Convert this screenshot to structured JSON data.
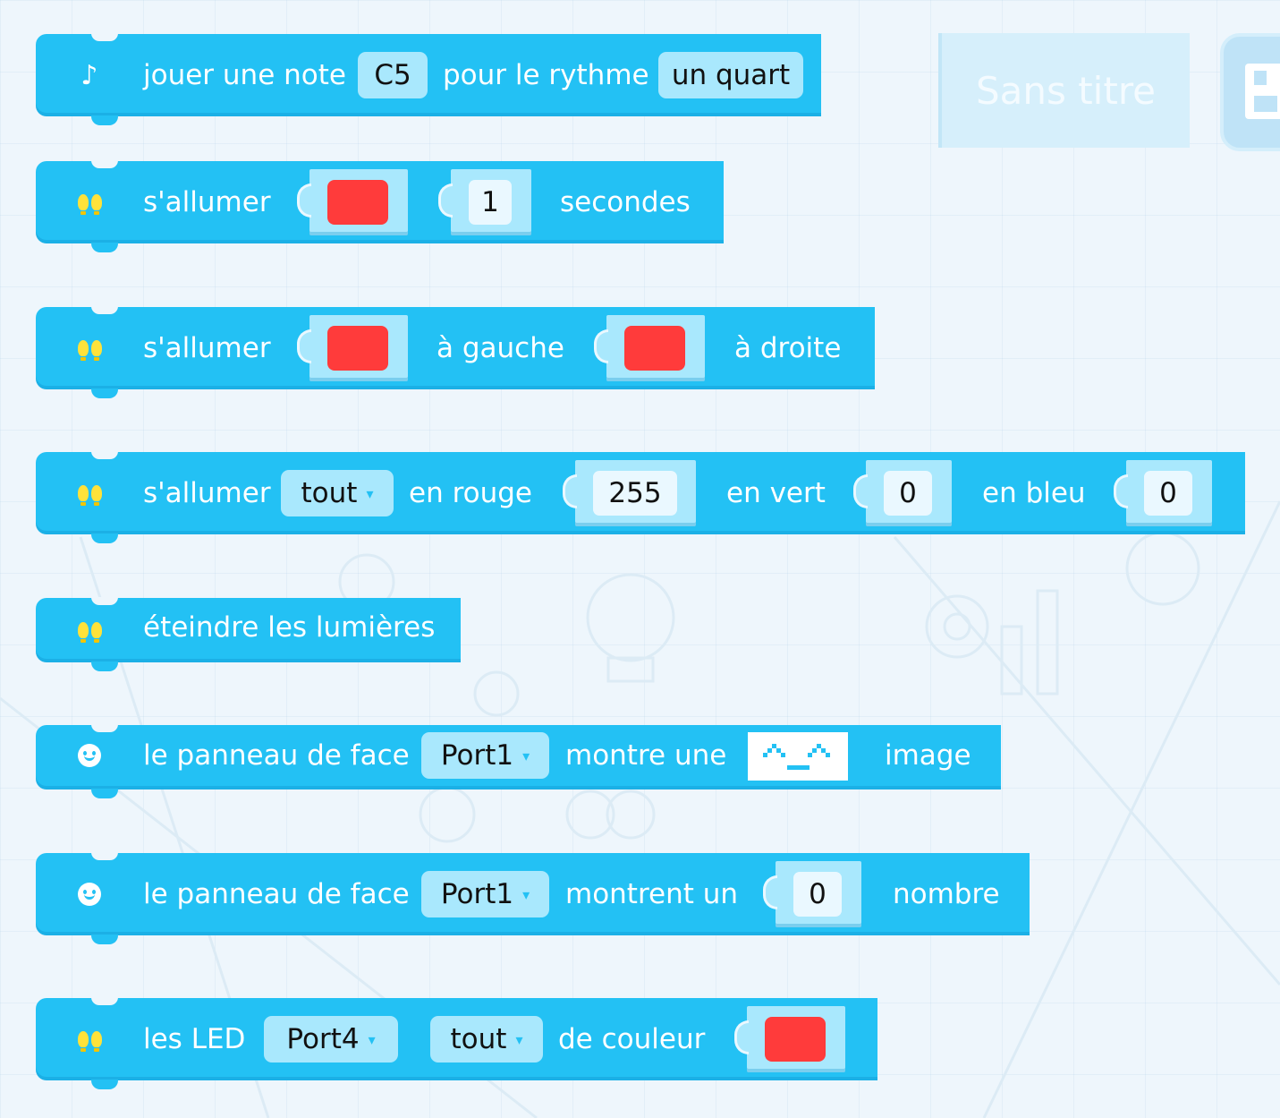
{
  "project": {
    "title": "Sans titre"
  },
  "colors": {
    "block": "#23c1f4",
    "field": "#a9e8fd",
    "swatch_red": "#ff3b3b"
  },
  "blocks": [
    {
      "icon": "music-note-icon",
      "icon_glyph": "♪",
      "label_1": "jouer une note",
      "note": "C5",
      "label_2": "pour le rythme",
      "beat": "un quart"
    },
    {
      "icon": "light-bulbs-icon",
      "label_1": "s'allumer",
      "color": "red",
      "duration": "1",
      "label_2": "secondes"
    },
    {
      "icon": "light-bulbs-icon",
      "label_1": "s'allumer",
      "left_color": "red",
      "label_2": "à gauche",
      "right_color": "red",
      "label_3": "à droite"
    },
    {
      "icon": "light-bulbs-icon",
      "label_1": "s'allumer",
      "target": "tout",
      "label_2": "en rouge",
      "red": "255",
      "label_3": "en vert",
      "green": "0",
      "label_4": "en bleu",
      "blue": "0"
    },
    {
      "icon": "light-bulbs-icon",
      "label_1": "éteindre les lumières"
    },
    {
      "icon": "smiley-icon",
      "label_1": "le panneau de face",
      "port": "Port1",
      "label_2": "montre une",
      "label_3": "image"
    },
    {
      "icon": "smiley-icon",
      "label_1": "le panneau de face",
      "port": "Port1",
      "label_2": "montrent un",
      "number": "0",
      "label_3": "nombre"
    },
    {
      "icon": "light-bulbs-icon",
      "label_1": "les LED",
      "port": "Port4",
      "target": "tout",
      "label_2": "de couleur",
      "color": "red"
    }
  ],
  "dropdown_arrow": "▾"
}
